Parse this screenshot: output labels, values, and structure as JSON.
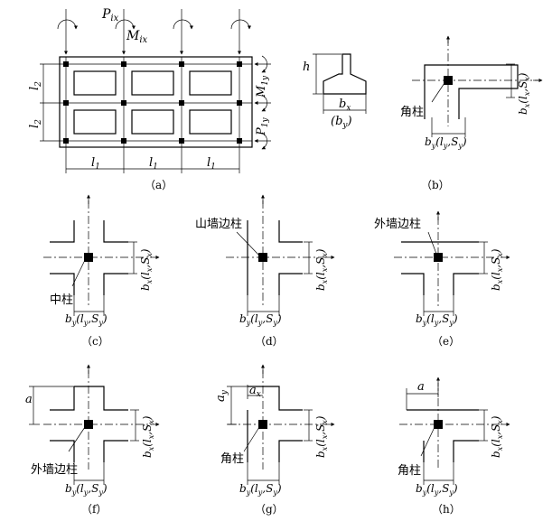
{
  "panels": {
    "a": {
      "caption": "（a）",
      "P_ix": "P",
      "P_ix_sub": "ix",
      "M_ix": "M",
      "M_ix_sub": "ix",
      "M_1y": "M",
      "M_1y_sub": "1y",
      "P_1y": "P",
      "P_1y_sub": "1y",
      "l2": "l",
      "l2_sub": "2",
      "l1": "l",
      "l1_sub": "1"
    },
    "b": {
      "caption": "（b）",
      "h": "h",
      "bx": "b",
      "bx_sub": "x",
      "by": "(b",
      "by_sub": "y",
      "by_close": ")",
      "corner": "角柱"
    },
    "c": {
      "caption": "（c）",
      "label": "中柱"
    },
    "d": {
      "caption": "（d）",
      "label": "山墙边柱"
    },
    "e": {
      "caption": "（e）",
      "label": "外墙边柱"
    },
    "f": {
      "caption": "（f）",
      "label": "外墙边柱",
      "a": "a"
    },
    "g": {
      "caption": "（g）",
      "label": "角柱",
      "ax": "a",
      "ax_sub": "x",
      "ay": "a",
      "ay_sub": "y"
    },
    "h": {
      "caption": "（h）",
      "label": "角柱",
      "a": "a"
    }
  },
  "dims": {
    "b_y": "b",
    "b_y_sub": "y",
    "l_y": "(l",
    "l_y_sub": "y",
    "S_y": ",S",
    "S_y_sub": "y",
    "close": ")",
    "b_x": "b",
    "b_x_sub": "x",
    "l_x": "(l",
    "l_x_sub": "x",
    "S_x": ",S",
    "S_x_sub": "x"
  }
}
